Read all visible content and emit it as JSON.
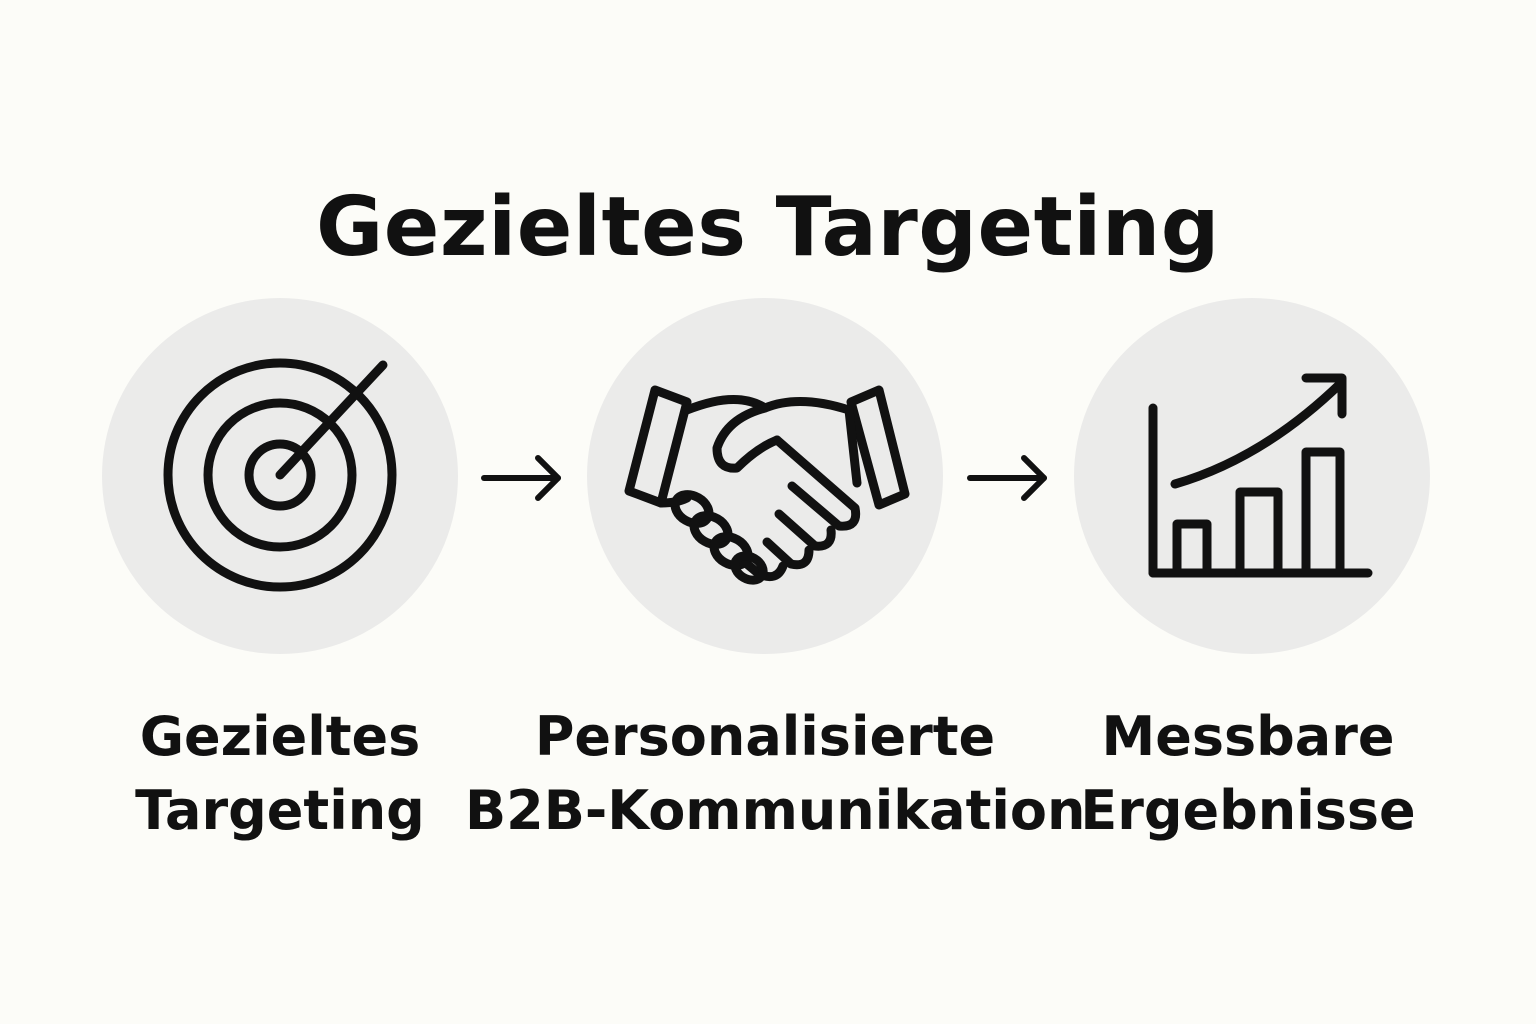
{
  "title": "Gezieltes Targeting",
  "steps": [
    {
      "icon": "target-icon",
      "label_line1": "Gezieltes",
      "label_line2": "Targeting"
    },
    {
      "icon": "handshake-icon",
      "label_line1": "Personalisierte",
      "label_line2": "B2B-Kommunikation"
    },
    {
      "icon": "growth-chart-icon",
      "label_line1": "Messbare",
      "label_line2": "Ergebnisse"
    }
  ],
  "colors": {
    "background": "#fcfcf8",
    "circle": "#ebebea",
    "ink": "#111111"
  }
}
